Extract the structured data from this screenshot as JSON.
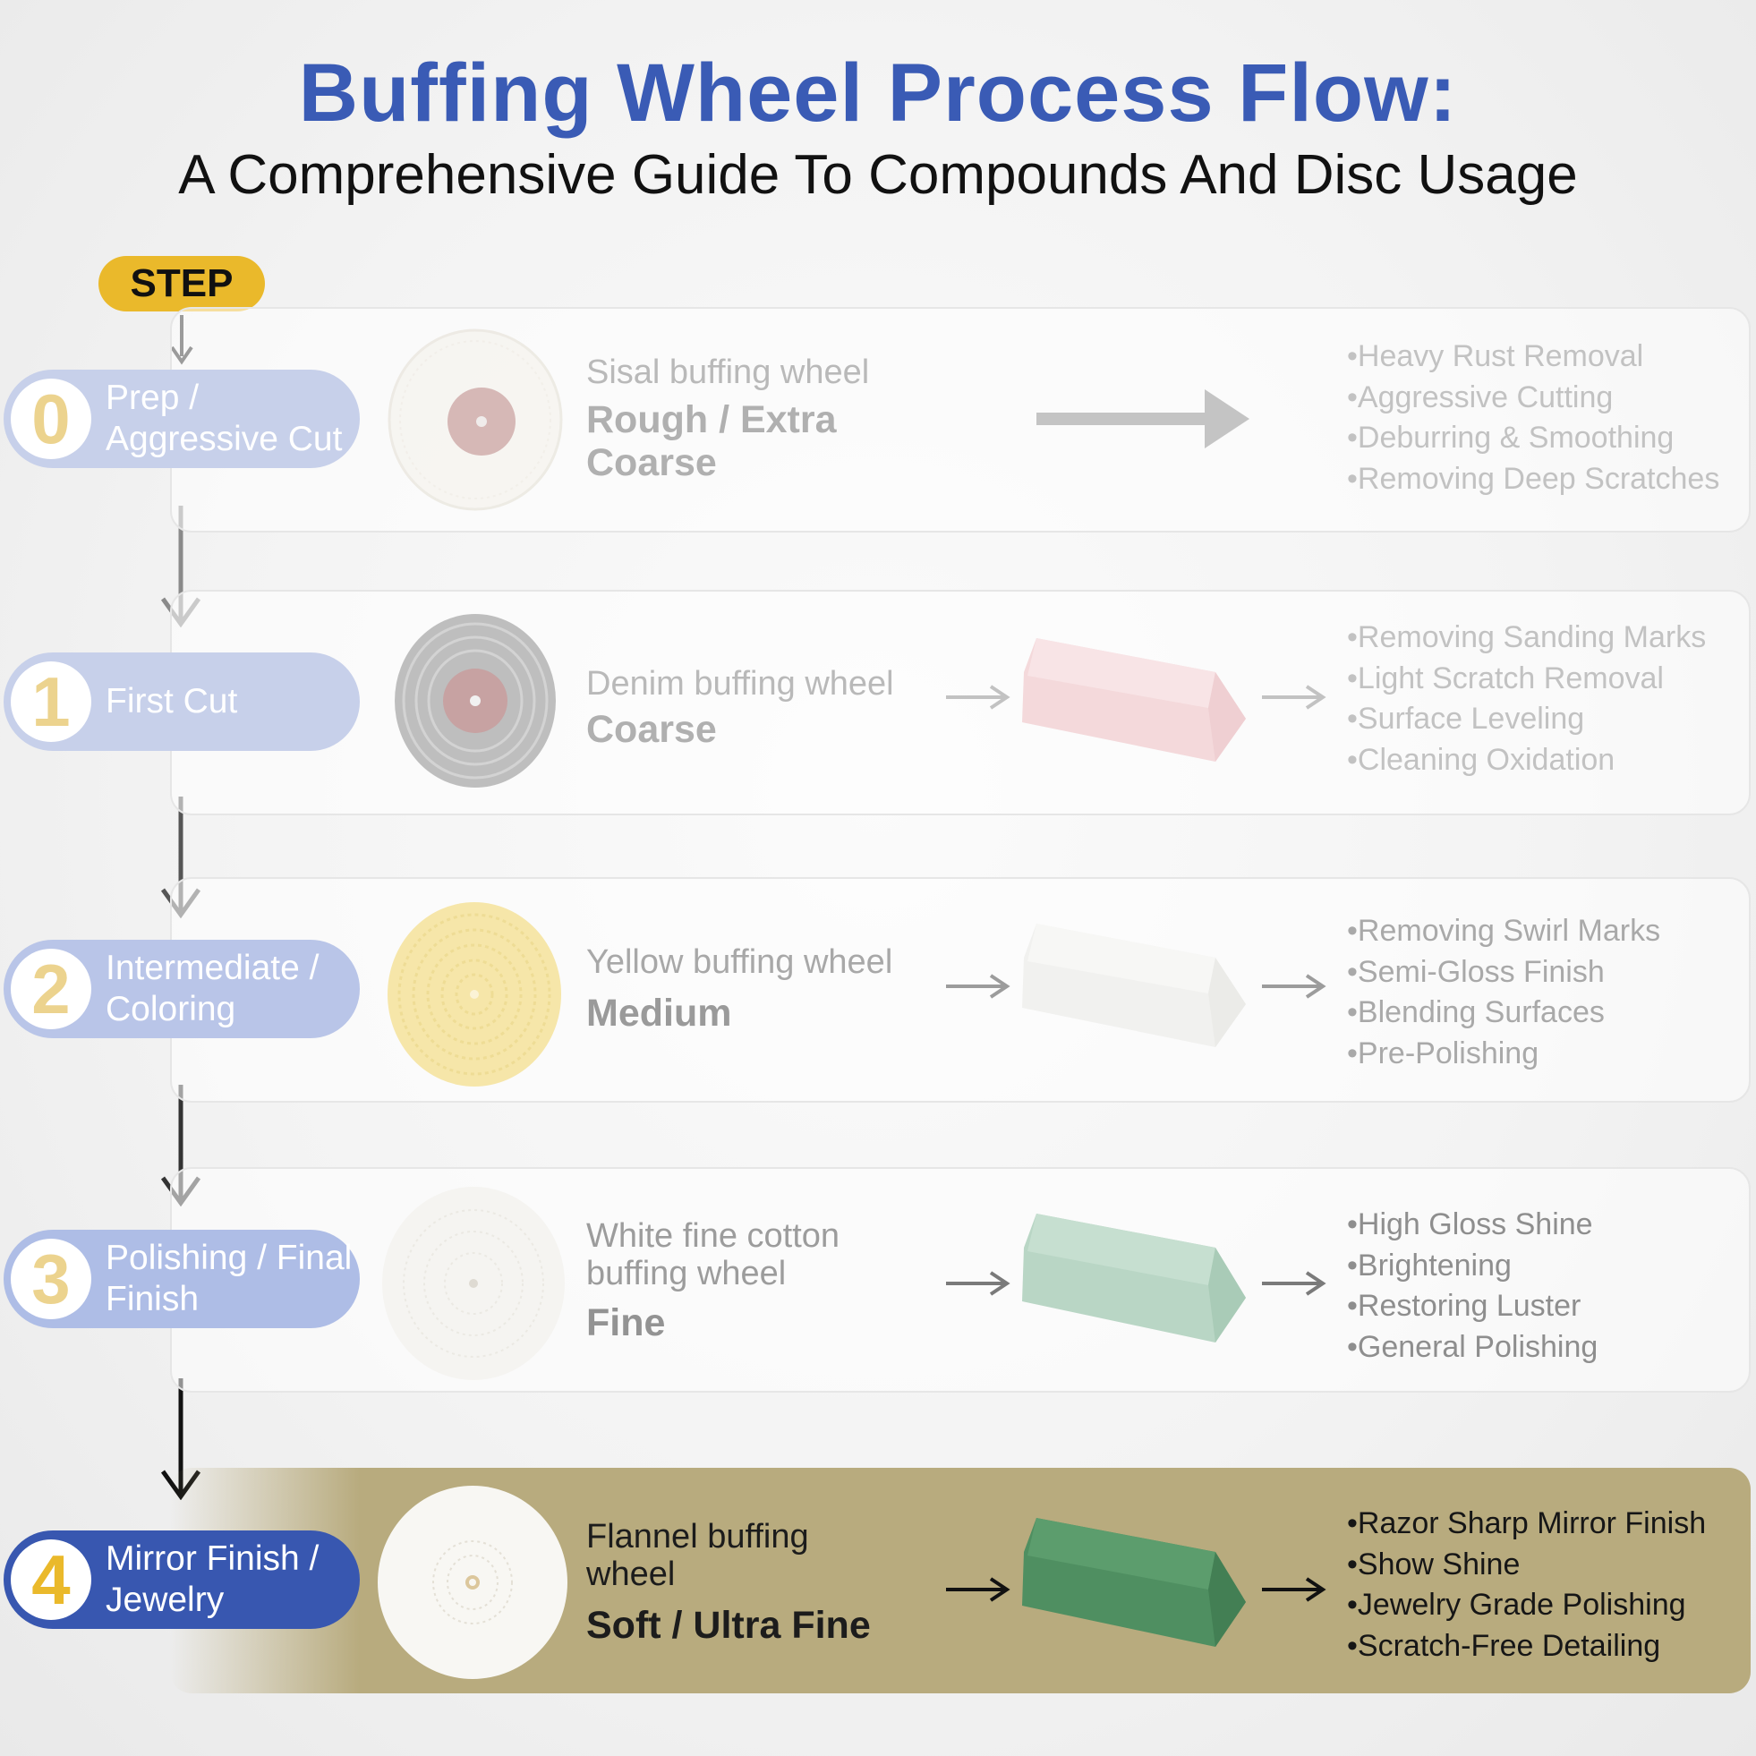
{
  "header": {
    "title": "Buffing Wheel Process Flow:",
    "subtitle": "A Comprehensive Guide To Compounds And Disc Usage",
    "step_badge": "STEP"
  },
  "colors": {
    "title_blue": "#3a5bb5",
    "badge_yellow": "#eab92b",
    "pill_inactive": "#c7d0ea",
    "pill_active": "#3857b0",
    "active_band": "#b8ab7e"
  },
  "steps": [
    {
      "number": "0",
      "label": "Prep / Aggressive Cut",
      "wheel_name": "Sisal buffing wheel",
      "grade": "Rough / Extra Coarse",
      "compound": "none",
      "bullets": [
        "•Heavy Rust Removal",
        "•Aggressive Cutting",
        "•Deburring & Smoothing",
        "•Removing Deep Scratches"
      ]
    },
    {
      "number": "1",
      "label": "First Cut",
      "wheel_name": "Denim buffing wheel",
      "grade": "Coarse",
      "compound": "pink-compound-bar",
      "bullets": [
        "•Removing Sanding Marks",
        "•Light Scratch Removal",
        "•Surface Leveling",
        "•Cleaning Oxidation"
      ]
    },
    {
      "number": "2",
      "label": "Intermediate / Coloring",
      "wheel_name": "Yellow buffing wheel",
      "grade": "Medium",
      "compound": "white-compound-bar",
      "bullets": [
        "•Removing Swirl Marks",
        "•Semi-Gloss Finish",
        "•Blending Surfaces",
        "•Pre-Polishing"
      ]
    },
    {
      "number": "3",
      "label": "Polishing / Final Finish",
      "wheel_name": "White fine cotton buffing wheel",
      "grade": "Fine",
      "compound": "light-green-compound-bar",
      "bullets": [
        "•High Gloss Shine",
        "•Brightening",
        "•Restoring Luster",
        "•General Polishing"
      ]
    },
    {
      "number": "4",
      "label": "Mirror Finish / Jewelry",
      "wheel_name": "Flannel buffing wheel",
      "grade": "Soft / Ultra Fine",
      "compound": "green-compound-bar",
      "bullets": [
        "•Razor Sharp Mirror Finish",
        "•Show Shine",
        "•Jewelry Grade Polishing",
        "•Scratch-Free Detailing"
      ]
    }
  ]
}
